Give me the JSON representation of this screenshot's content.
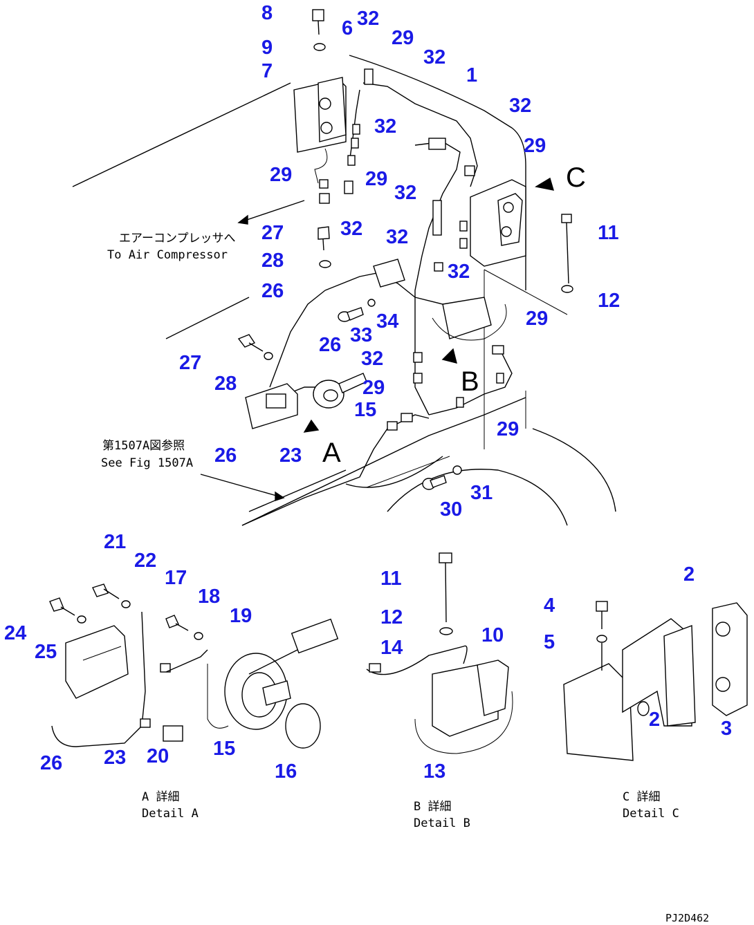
{
  "drawing_code": "PJ2D462",
  "notes": {
    "air_compressor_jp": "エアーコンプレッサへ",
    "air_compressor_en": "To Air Compressor",
    "see_fig_jp": "第1507A図参照",
    "see_fig_en": "See Fig 1507A"
  },
  "view_letters": {
    "a": "A",
    "b": "B",
    "c": "C"
  },
  "details": {
    "a": {
      "jp": "A 詳細",
      "en": "Detail A"
    },
    "b": {
      "jp": "B 詳細",
      "en": "Detail B"
    },
    "c": {
      "jp": "C 詳細",
      "en": "Detail C"
    }
  },
  "callouts": [
    "8",
    "6",
    "32",
    "29",
    "32",
    "9",
    "7",
    "1",
    "32",
    "32",
    "29",
    "32",
    "29",
    "29",
    "32",
    "27",
    "11",
    "32",
    "28",
    "32",
    "26",
    "12",
    "34",
    "33",
    "26",
    "29",
    "27",
    "32",
    "28",
    "29",
    "15",
    "26",
    "23",
    "29",
    "31",
    "30",
    "21",
    "22",
    "17",
    "18",
    "19",
    "24",
    "25",
    "26",
    "23",
    "20",
    "15",
    "16",
    "11",
    "12",
    "14",
    "10",
    "13",
    "2",
    "4",
    "5",
    "2",
    "3"
  ]
}
